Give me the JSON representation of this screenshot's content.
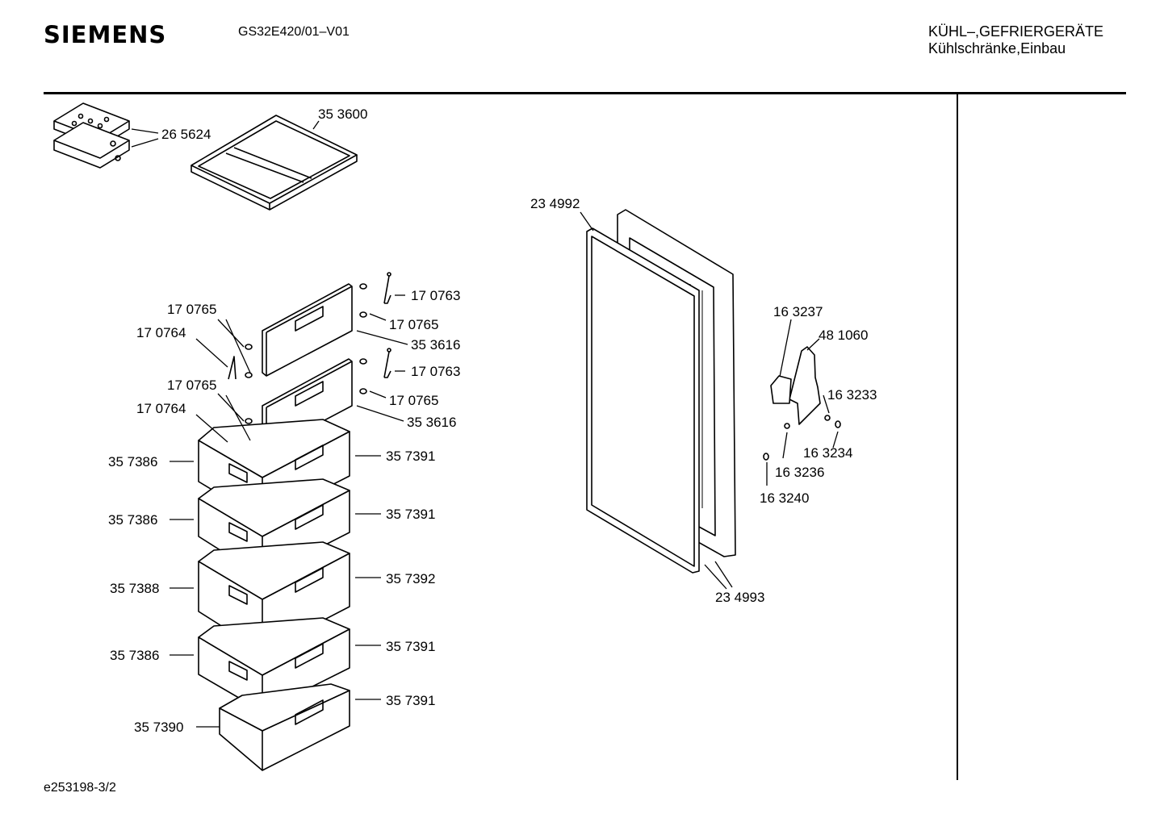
{
  "header": {
    "brand": "SIEMENS",
    "model": "GS32E420/01–V01",
    "category_line1": "KÜHL–,GEFRIERGERÄTE",
    "category_line2": "Kühlschränke,Einbau"
  },
  "footer": {
    "drawing_id": "e253198-3/2"
  },
  "parts": [
    {
      "id": "p1",
      "label": "26 5624"
    },
    {
      "id": "p2",
      "label": "35 3600"
    },
    {
      "id": "p3",
      "label": "23 4992"
    },
    {
      "id": "p4",
      "label": "17 0763"
    },
    {
      "id": "p5",
      "label": "17 0765"
    },
    {
      "id": "p6",
      "label": "17 0764"
    },
    {
      "id": "p7",
      "label": "17 0765"
    },
    {
      "id": "p8",
      "label": "35 3616"
    },
    {
      "id": "p9",
      "label": "17 0763"
    },
    {
      "id": "p10",
      "label": "17 0765"
    },
    {
      "id": "p11",
      "label": "17 0764"
    },
    {
      "id": "p12",
      "label": "17 0765"
    },
    {
      "id": "p13",
      "label": "35 3616"
    },
    {
      "id": "p14",
      "label": "35 7386"
    },
    {
      "id": "p15",
      "label": "35 7391"
    },
    {
      "id": "p16",
      "label": "35 7386"
    },
    {
      "id": "p17",
      "label": "35 7391"
    },
    {
      "id": "p18",
      "label": "35 7388"
    },
    {
      "id": "p19",
      "label": "35 7392"
    },
    {
      "id": "p20",
      "label": "35 7386"
    },
    {
      "id": "p21",
      "label": "35 7391"
    },
    {
      "id": "p22",
      "label": "35 7390"
    },
    {
      "id": "p23",
      "label": "35 7391"
    },
    {
      "id": "p24",
      "label": "16 3237"
    },
    {
      "id": "p25",
      "label": "48 1060"
    },
    {
      "id": "p26",
      "label": "16 3233"
    },
    {
      "id": "p27",
      "label": "16 3234"
    },
    {
      "id": "p28",
      "label": "16 3236"
    },
    {
      "id": "p29",
      "label": "16 3240"
    },
    {
      "id": "p30",
      "label": "23 4993"
    }
  ]
}
